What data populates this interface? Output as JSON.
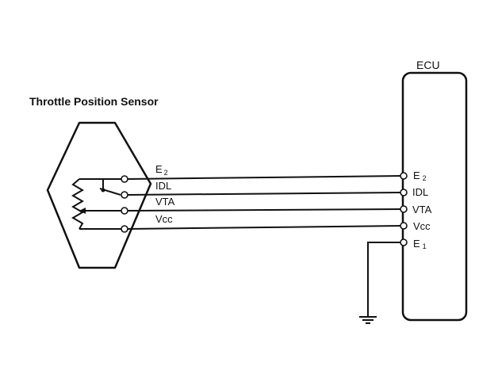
{
  "sensor": {
    "title": "Throttle Position Sensor"
  },
  "ecu": {
    "title": "ECU"
  },
  "wires": [
    {
      "name": "E",
      "sub": "2"
    },
    {
      "name": "IDL",
      "sub": ""
    },
    {
      "name": "VTA",
      "sub": ""
    },
    {
      "name": "Vcc",
      "sub": ""
    }
  ],
  "ecu_pins": [
    {
      "name": "E",
      "sub": "2"
    },
    {
      "name": "IDL",
      "sub": ""
    },
    {
      "name": "VTA",
      "sub": ""
    },
    {
      "name": "Vcc",
      "sub": ""
    },
    {
      "name": "E",
      "sub": "1"
    }
  ]
}
